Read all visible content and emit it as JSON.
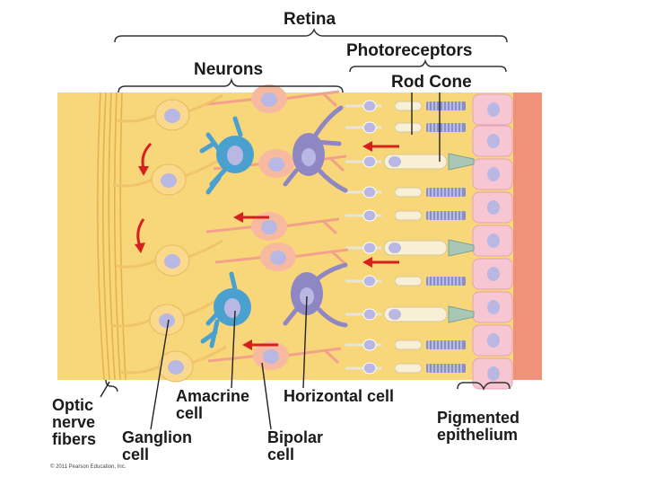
{
  "labels": {
    "retina": "Retina",
    "photoreceptors": "Photoreceptors",
    "neurons": "Neurons",
    "rod_cone": "Rod Cone",
    "optic_nerve_fibers": "Optic\nnerve\nfibers",
    "ganglion_cell": "Ganglion\ncell",
    "amacrine_cell": "Amacrine\ncell",
    "horizontal_cell": "Horizontal cell",
    "bipolar_cell": "Bipolar\ncell",
    "pigmented_epithelium": "Pigmented\nepithelium"
  },
  "copyright": "© 2011 Pearson Education, Inc.",
  "colors": {
    "background_tissue": "#f8d77a",
    "ganglion_fill": "#fbd98c",
    "bipolar_fill": "#f7b9a0",
    "amacrine_fill": "#4aa0cf",
    "horizontal_fill": "#8e87c4",
    "nucleus": "#b9b7e3",
    "arrow": "#d62020",
    "pigment_epithelium": "#f6c7d2",
    "choroid": "#f0917a",
    "rod_discs": "#8a8fc6",
    "cone_tip": "#a9c7b6"
  }
}
